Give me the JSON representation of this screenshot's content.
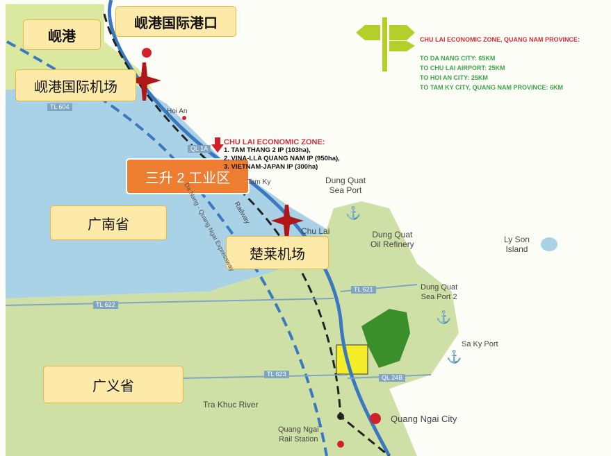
{
  "callouts": {
    "da_nang": "岘港",
    "da_nang_port": "岘港国际港口",
    "da_nang_airport": "岘港国际机场",
    "tam_thang_ip": "三升 2 工业区",
    "quang_nam": "广南省",
    "chu_lai_airport": "楚莱机场",
    "quang_ngai": "广义省"
  },
  "info": {
    "title": "CHU LAI ECONOMIC ZONE, QUANG NAM PROVINCE:",
    "lines": [
      "TO DA NANG CITY:  65KM",
      "TO CHU LAI AIRPORT: 25KM",
      "TO HOI AN CITY: 25KM",
      "TO TAM KY CITY, QUANG NAM PROVINCE: 6KM"
    ]
  },
  "economic_zone": {
    "title": "CHU LAI ECONOMIC ZONE:",
    "items": [
      "1. TAM THANG 2 IP (103ha),",
      "2. VINA-LLA QUANG NAM IP (950ha),",
      "3. VIETNAM-JAPAN IP (300ha)"
    ]
  },
  "places": {
    "hoi_an": "Hoi An",
    "tam_ky": "Tam Ky",
    "dung_quat_port": "Dung Quat\nSea Port",
    "chu_lai": "Chu Lai",
    "refinery": "Dung Quat\nOil Refinery",
    "ly_son": "Ly Son\nIsland",
    "port2": "Dung Quat\nSea Port 2",
    "sa_ky": "Sa Ky Port",
    "tra_khuc": "Tra Khuc River",
    "qn_city": "Quang Ngai City",
    "rail_station": "Quang Ngai\nRail Station",
    "railway": "Railway",
    "expressway": "Da Nang - Quang Ngai Expressway"
  },
  "roads": {
    "tl604": "TL 604",
    "ql1a": "QL 1A",
    "tl621": "TL 621",
    "tl622": "TL 622",
    "tl623": "TL 623",
    "ql24b": "QL 24B"
  },
  "colors": {
    "sea": "#a9d2e6",
    "land": "#cfe0a6",
    "accent": "#ed7d31",
    "sign": "#b5cf2a"
  }
}
